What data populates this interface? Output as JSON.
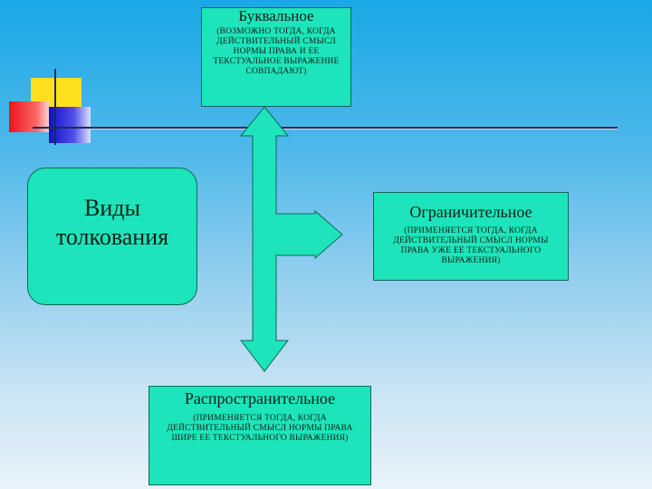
{
  "diagram": {
    "center": {
      "title": "Виды толкования"
    },
    "literal": {
      "title": "Буквальное",
      "subtitle": "(ВОЗМОЖНО ТОГДА, КОГДА ДЕЙСТВИТЕЛЬНЫЙ СМЫСЛ НОРМЫ ПРАВА И ЕЕ ТЕКСТУАЛЬНОЕ ВЫРАЖЕНИЕ СОВПАДАЮТ)"
    },
    "restrictive": {
      "title": "Ограничительное",
      "subtitle": "(ПРИМЕНЯЕТСЯ ТОГДА, КОГДА ДЕЙСТВИТЕЛЬНЫЙ СМЫСЛ НОРМЫ ПРАВА УЖЕ ЕЕ ТЕКСТУАЛЬНОГО ВЫРАЖЕНИЯ)"
    },
    "extensive": {
      "title": "Распространительное",
      "subtitle": "(ПРИМЕНЯЕТСЯ ТОГДА, КОГДА ДЕЙСТВИТЕЛЬНЫЙ СМЫСЛ НОРМЫ ПРАВА ШИРЕ ЕЕ ТЕКСТУАЛЬНОГО ВЫРАЖЕНИЯ)"
    }
  },
  "colors": {
    "box_fill": "#1de4ba",
    "box_border": "#0c6a56",
    "background_top": "#1aa8e6",
    "background_bottom": "#eaf3fa"
  }
}
